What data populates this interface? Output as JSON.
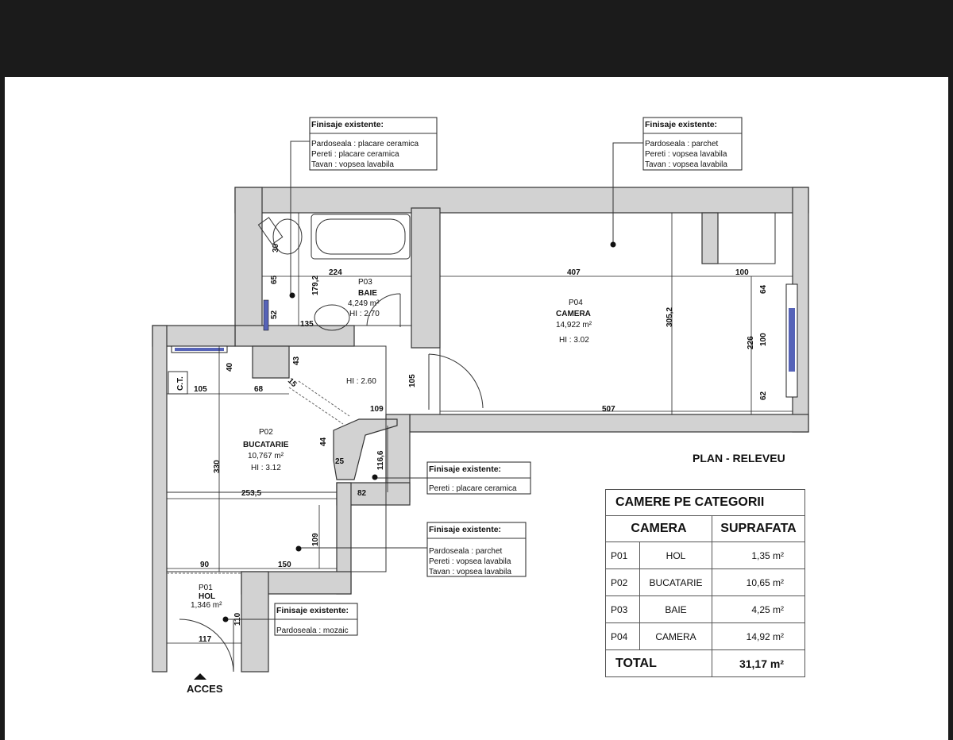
{
  "plan_title": "PLAN - RELEVEU",
  "entrance_label": "ACCES",
  "notes": {
    "baie": {
      "heading": "Finisaje existente:",
      "lines": [
        "Pardoseala : placare ceramica",
        "Pereti : placare ceramica",
        "Tavan : vopsea lavabila"
      ]
    },
    "camera": {
      "heading": "Finisaje existente:",
      "lines": [
        "Pardoseala : parchet",
        "Pereti : vopsea lavabila",
        "Tavan : vopsea lavabila"
      ]
    },
    "bucatarie": {
      "heading": "Finisaje existente:",
      "lines": [
        "Pereti : placare ceramica"
      ]
    },
    "hol_parchet": {
      "heading": "Finisaje existente:",
      "lines": [
        "Pardoseala : parchet",
        "Pereti : vopsea lavabila",
        "Tavan : vopsea lavabila"
      ]
    },
    "hol": {
      "heading": "Finisaje existente:",
      "lines": [
        "Pardoseala : mozaic"
      ]
    }
  },
  "rooms": {
    "p03": {
      "code": "P03",
      "name": "BAIE",
      "area": "4,249 m²",
      "height": "HI : 2.70"
    },
    "p04": {
      "code": "P04",
      "name": "CAMERA",
      "area": "14,922 m²",
      "height": "HI : 3.02"
    },
    "p02": {
      "code": "P02",
      "name": "BUCATARIE",
      "area": "10,767 m²",
      "height": "HI : 3.12"
    },
    "p01": {
      "code": "P01",
      "name": "HOL",
      "area": "1,346 m²"
    },
    "hall": {
      "height": "HI : 2.60"
    }
  },
  "dimensions": {
    "d224": "224",
    "d407": "407",
    "d100a": "100",
    "d30": "30",
    "d65": "65",
    "d179": "179,2",
    "d52": "52",
    "d135": "135",
    "d305": "305,2",
    "d64": "64",
    "d226": "226",
    "d100b": "100",
    "d62": "62",
    "d40": "40",
    "d43": "43",
    "d15": "15",
    "d105a": "105",
    "d68": "68",
    "d105b": "105",
    "d109a": "109",
    "d507": "507",
    "d44": "44",
    "d25": "25",
    "d116": "116,6",
    "d330": "330",
    "d253": "253,5",
    "d82": "82",
    "d109b": "109",
    "d90": "90",
    "d150": "150",
    "d110": "110",
    "d117": "117",
    "ct": "C.T."
  },
  "categories": {
    "title": "CAMERE PE CATEGORII",
    "col_room": "CAMERA",
    "col_area": "SUPRAFATA",
    "rows": [
      {
        "code": "P01",
        "name": "HOL",
        "area": "1,35 m²"
      },
      {
        "code": "P02",
        "name": "BUCATARIE",
        "area": "10,65 m²"
      },
      {
        "code": "P03",
        "name": "BAIE",
        "area": "4,25 m²"
      },
      {
        "code": "P04",
        "name": "CAMERA",
        "area": "14,92 m²"
      }
    ],
    "total_label": "TOTAL",
    "total_value": "31,17 m²"
  }
}
